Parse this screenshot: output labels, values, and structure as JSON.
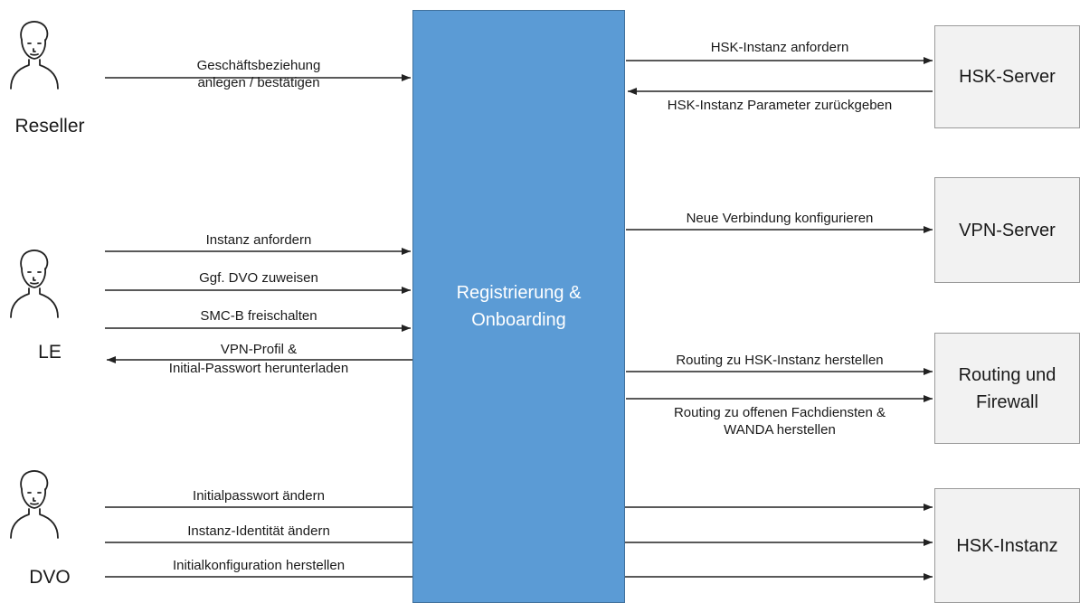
{
  "actors": {
    "reseller": "Reseller",
    "le": "LE",
    "dvo": "DVO"
  },
  "central": {
    "label": "Registrierung &\nOnboarding",
    "color": "#5b9bd5"
  },
  "servers": {
    "hsk_server": "HSK-Server",
    "vpn_server": "VPN-Server",
    "routing": "Routing und\nFirewall",
    "hsk_instanz": "HSK-Instanz"
  },
  "flows": {
    "reseller_relationship": "Geschäftsbeziehung\nanlegen / bestätigen",
    "le_request_instance": "Instanz anfordern",
    "le_assign_dvo": "Ggf. DVO zuweisen",
    "le_unlock_smcb": "SMC-B freischalten",
    "le_download_vpn": "VPN-Profil &\nInitial-Passwort herunterladen",
    "hsk_request": "HSK-Instanz anfordern",
    "hsk_return_params": "HSK-Instanz Parameter zurückgeben",
    "vpn_configure": "Neue Verbindung konfigurieren",
    "routing_hsk": "Routing zu HSK-Instanz herstellen",
    "routing_services": "Routing zu offenen Fachdiensten &\nWANDA herstellen",
    "dvo_change_password": "Initialpasswort ändern",
    "dvo_change_identity": "Instanz-Identität ändern",
    "dvo_initial_config": "Initialkonfiguration herstellen"
  }
}
